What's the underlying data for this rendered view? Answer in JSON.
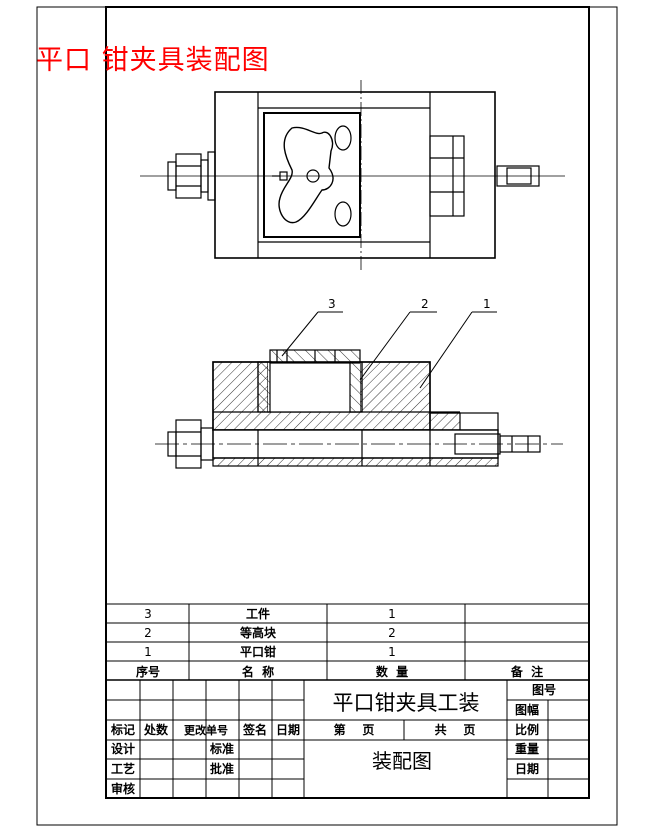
{
  "drawing_title": "平口 钳夹具装配图",
  "callouts": [
    "3",
    "2",
    "1"
  ],
  "parts_list": {
    "rows": [
      {
        "no": "3",
        "name": "工件",
        "qty": "1",
        "remark": ""
      },
      {
        "no": "2",
        "name": "等高块",
        "qty": "2",
        "remark": ""
      },
      {
        "no": "1",
        "name": "平口钳",
        "qty": "1",
        "remark": ""
      }
    ],
    "headers": {
      "no": "序号",
      "name": "名  称",
      "qty": "数  量",
      "remark": "备  注"
    }
  },
  "title_block": {
    "product_name": "平口钳夹具工装",
    "drawing_name": "装配图",
    "drawing_no_label": "图号",
    "sheet_size_label": "图幅",
    "scale_label": "比例",
    "weight_label": "重量",
    "date_label": "日期",
    "revision_headers": [
      "标记",
      "处数",
      "更改单号",
      "签名",
      "日期"
    ],
    "page_label": "第    页",
    "total_label": "共    页",
    "design_label": "设计",
    "process_label": "工艺",
    "review_label": "审核",
    "standard_label": "标准",
    "approve_label": "批准"
  },
  "colors": {
    "title": "#ff0000",
    "line": "#000000",
    "hatch": "#000000"
  }
}
